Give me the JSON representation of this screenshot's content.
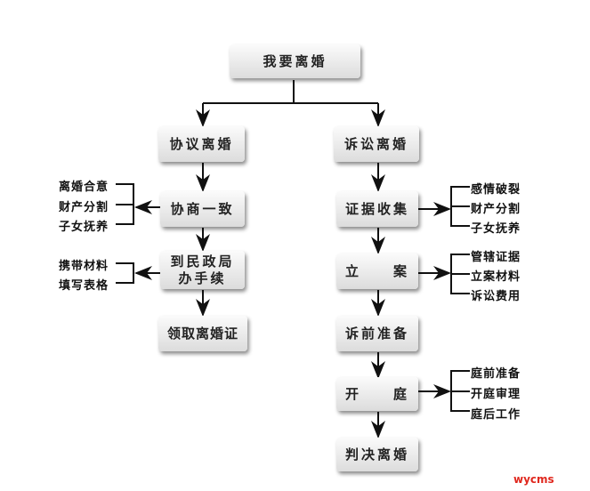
{
  "root": "我要离婚",
  "left": {
    "branch": "协议离婚",
    "steps": [
      "协商一致",
      "到民政局\n办手续",
      "领取离婚证"
    ],
    "lists": [
      [
        "离婚合意",
        "财产分割",
        "子女抚养"
      ],
      [
        "携带材料",
        "填写表格"
      ]
    ]
  },
  "right": {
    "branch": "诉讼离婚",
    "steps": [
      "证据收集",
      "立　　案",
      "诉前准备",
      "开　　庭",
      "判决离婚"
    ],
    "lists": [
      [
        "感情破裂",
        "财产分割",
        "子女抚养"
      ],
      [
        "管辖证据",
        "立案材料",
        "诉讼费用"
      ],
      [
        "庭前准备",
        "开庭审理",
        "庭后工作"
      ]
    ]
  },
  "watermark": "wycms"
}
